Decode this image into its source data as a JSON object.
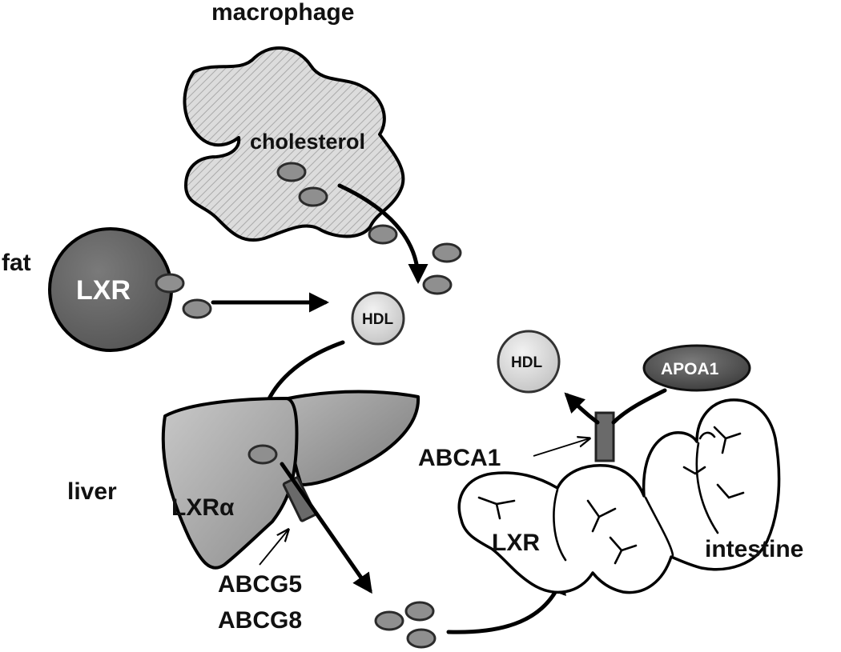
{
  "labels": {
    "macrophage": "macrophage",
    "cholesterol": "cholesterol",
    "fat": "fat",
    "fat_lxr": "LXR",
    "hdl_center": "HDL",
    "liver": "liver",
    "liver_lxr": "LXRα",
    "abcg5": "ABCG5",
    "abcg8": "ABCG8",
    "hdl_right": "HDL",
    "apoa1": "APOA1",
    "abca1": "ABCA1",
    "intestine_lxr": "LXR",
    "intestine": "intestine"
  }
}
